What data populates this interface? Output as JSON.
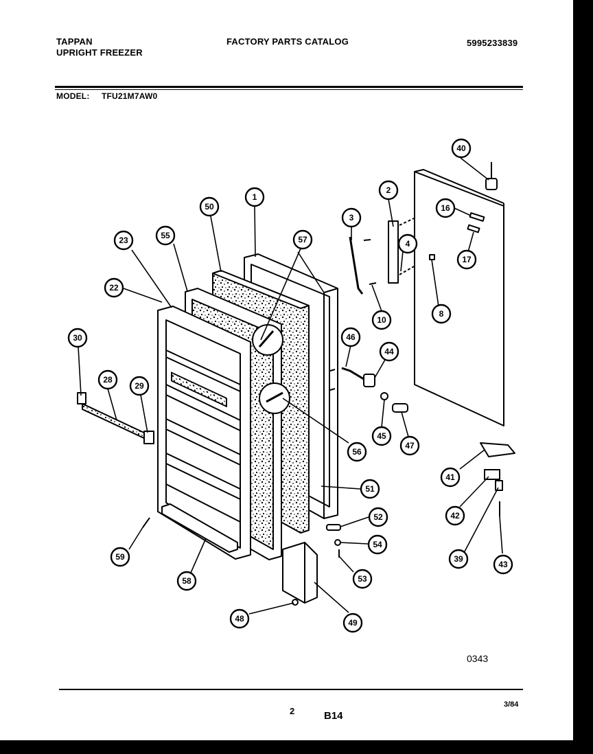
{
  "header": {
    "brand": "TAPPAN",
    "product": "UPRIGHT FREEZER",
    "catalog_title": "FACTORY PARTS CATALOG",
    "catalog_number": "5995233839",
    "model_label": "MODEL:",
    "model_value": "TFU21M7AW0"
  },
  "diagram": {
    "code": "0343",
    "callouts": [
      "40",
      "2",
      "1",
      "50",
      "16",
      "3",
      "23",
      "55",
      "57",
      "4",
      "17",
      "22",
      "10",
      "8",
      "30",
      "46",
      "44",
      "28",
      "29",
      "45",
      "47",
      "56",
      "41",
      "51",
      "42",
      "52",
      "54",
      "59",
      "53",
      "39",
      "43",
      "58",
      "48",
      "49"
    ]
  },
  "footer": {
    "page": "2",
    "section": "B14",
    "date": "3/84"
  }
}
